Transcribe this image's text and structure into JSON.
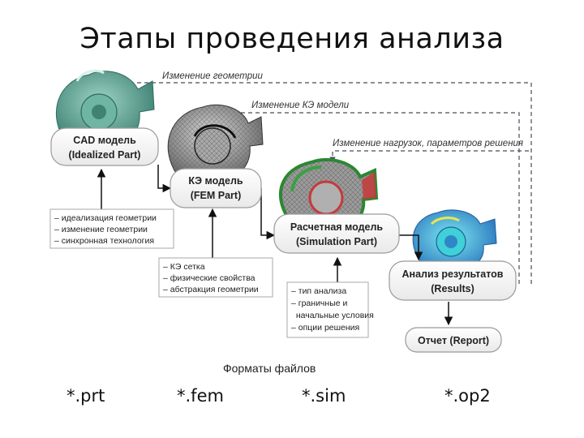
{
  "title": "Этапы проведения анализа",
  "feedback": {
    "geometry_change": "Изменение геометрии",
    "fe_model_change": "Изменение КЭ модели",
    "load_change": "Изменение нагрузок, параметров решения"
  },
  "stages": {
    "cad": {
      "line1": "CAD модель",
      "line2": "(Idealized Part)"
    },
    "fem": {
      "line1": "КЭ модель",
      "line2": "(FEM Part)"
    },
    "sim": {
      "line1": "Расчетная модель",
      "line2": "(Simulation Part)"
    },
    "results": {
      "line1": "Анализ результатов",
      "line2": "(Results)"
    },
    "report": {
      "line1": "Отчет (Report)"
    }
  },
  "notes": {
    "cad": [
      "– идеализация геометрии",
      "– изменение геометрии",
      "– синхронная технология"
    ],
    "fem": [
      "– КЭ сетка",
      "– физические свойства",
      "– абстракция геометрии"
    ],
    "sim": [
      "– тип анализа",
      "– граничные и",
      "  начальные условия",
      "– опции решения"
    ]
  },
  "formats_title": "Форматы файлов",
  "extensions": [
    "*.prt",
    "*.fem",
    "*.sim",
    "*.op2"
  ],
  "colors": {
    "cad_model": "#5fa596",
    "fem_mesh": "#8a8a8a",
    "sim_red": "#c43a3a",
    "sim_green": "#3aa043",
    "results_blue": "#2f86c8",
    "results_cyan": "#3fd0d8",
    "dashed_line": "#4a4a5a",
    "box_fill": "#f4f4f4"
  }
}
